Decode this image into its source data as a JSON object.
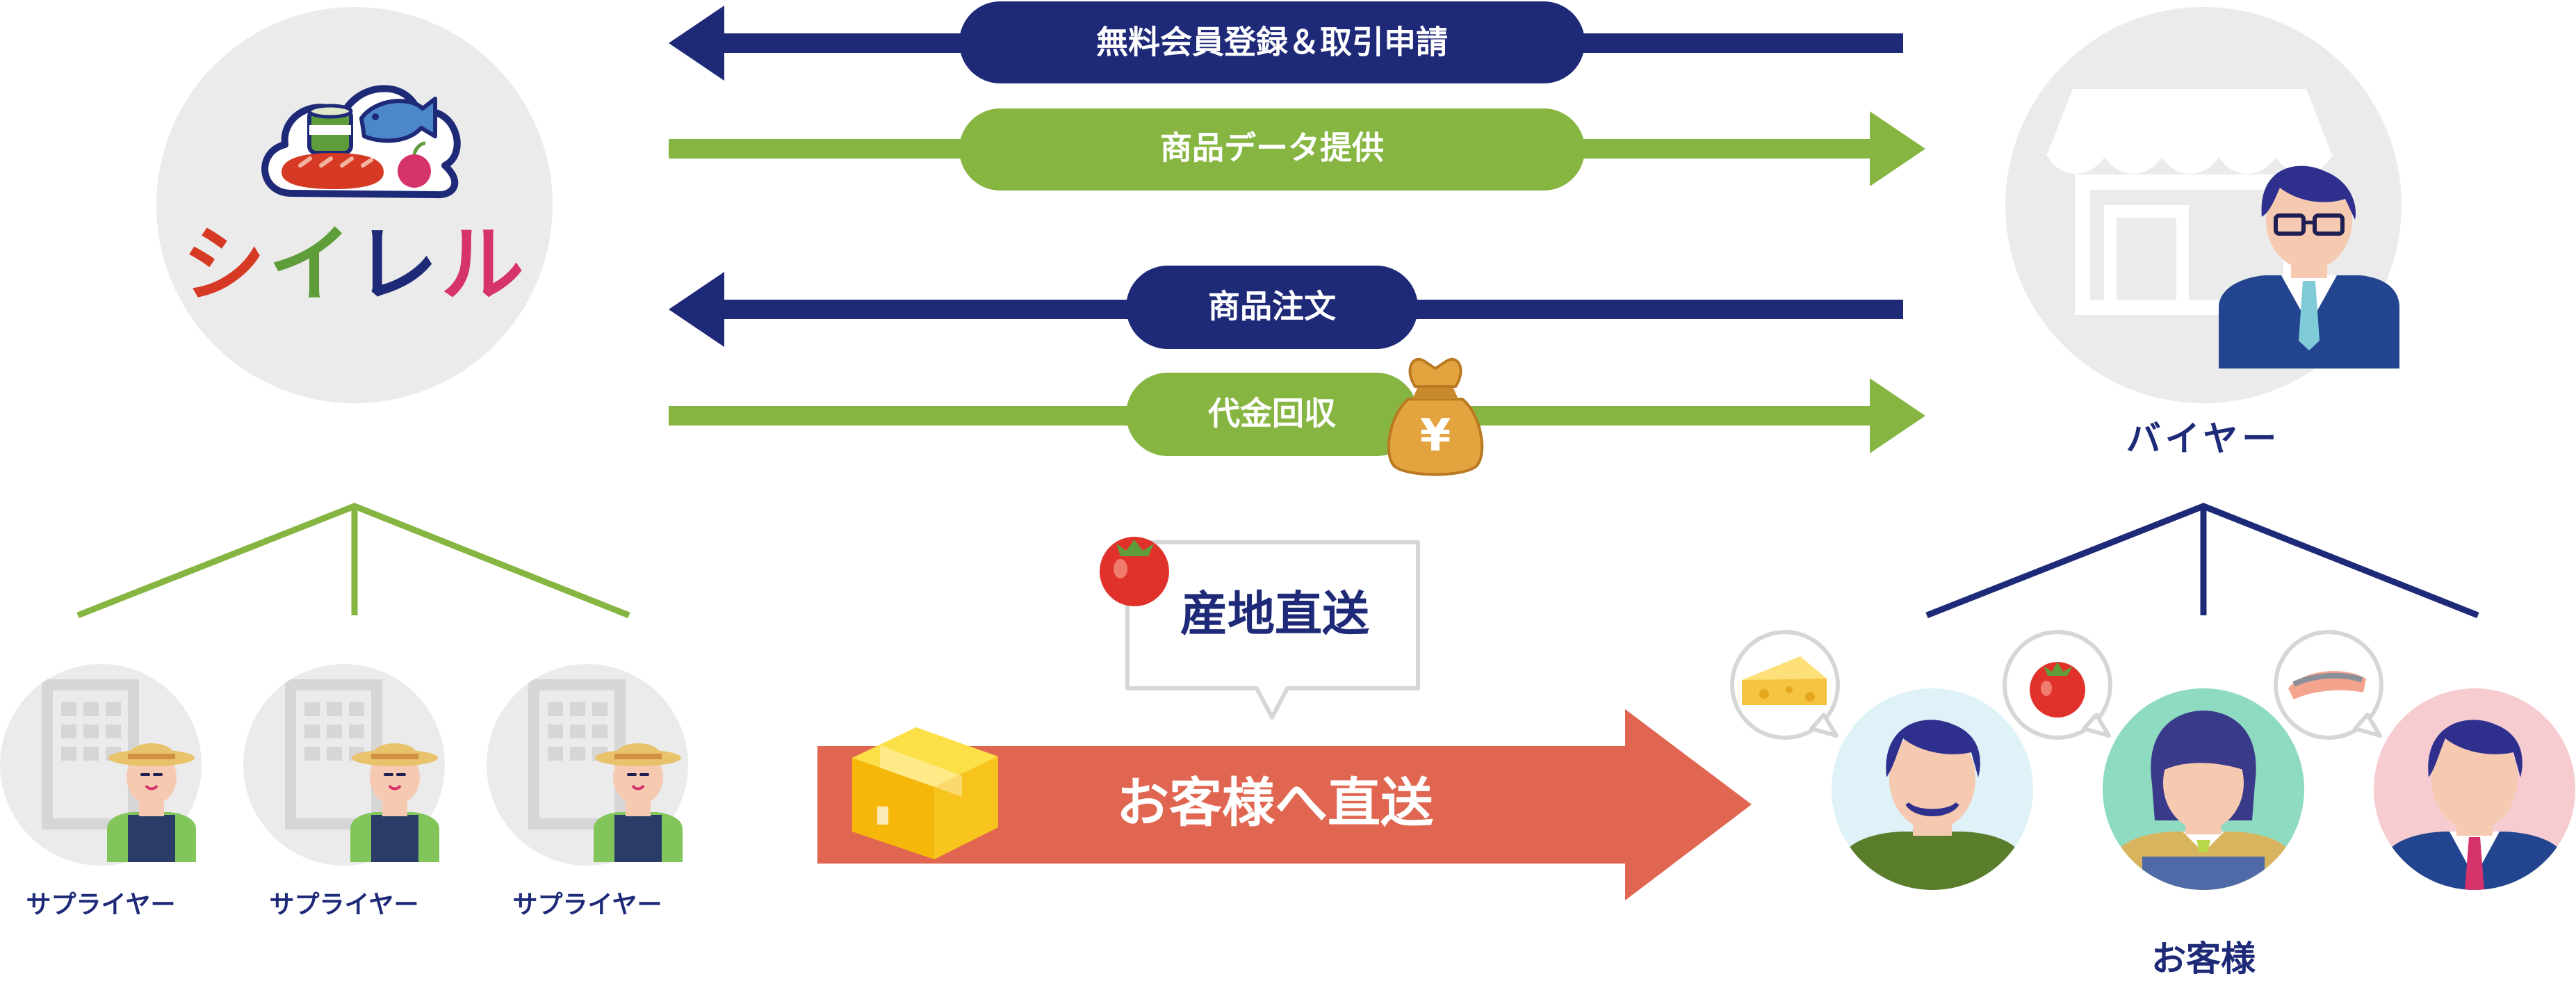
{
  "colors": {
    "navy": "#1e2a78",
    "green": "#86b541",
    "orange": "#e06652",
    "circle_gray": "#ebebeb",
    "icon_gray": "#d6d6d6"
  },
  "logo": {
    "brand": "シイレル",
    "letter_colors": [
      "#d63a25",
      "#5f9d3a",
      "#1e2a78",
      "#d6336c"
    ]
  },
  "flows": [
    {
      "label": "無料会員登録＆取引申請",
      "direction": "to-left",
      "color": "navy"
    },
    {
      "label": "商品データ提供",
      "direction": "to-right",
      "color": "green"
    },
    {
      "label": "商品注文",
      "direction": "to-left",
      "color": "navy"
    },
    {
      "label": "代金回収",
      "direction": "to-right",
      "color": "green"
    }
  ],
  "money_bag_symbol": "¥",
  "buyer": {
    "label": "バイヤー"
  },
  "suppliers": [
    {
      "label": "サプライヤー"
    },
    {
      "label": "サプライヤー"
    },
    {
      "label": "サプライヤー"
    }
  ],
  "direct_origin": {
    "label": "産地直送"
  },
  "direct_customer": {
    "label": "お客様へ直送"
  },
  "customers": {
    "label": "お客様"
  },
  "bubble_items": [
    "cheese-icon",
    "tomato-icon",
    "fish-icon"
  ]
}
